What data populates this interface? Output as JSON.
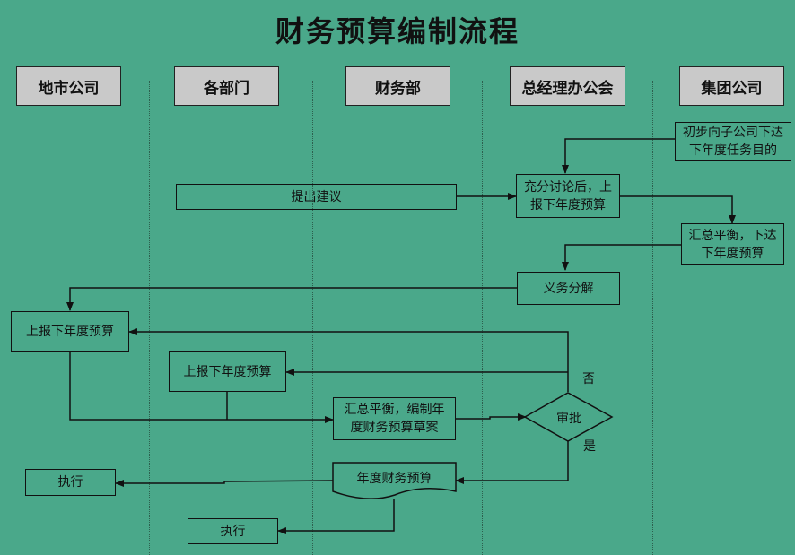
{
  "title": "财务预算编制流程",
  "lanes": [
    "地市公司",
    "各部门",
    "财务部",
    "总经理办公会",
    "集团公司"
  ],
  "nodes": {
    "group_target": "初步向子公司下达\n下年度任务目的",
    "propose": "提出建议",
    "discuss": "充分讨论后，上\n报下年度预算",
    "summarize_issue": "汇总平衡，下达\n下年度预算",
    "decompose": "义务分解",
    "city_report": "上报下年度预算",
    "dept_report": "上报下年度预算",
    "draft": "汇总平衡，编制年\n度财务预算草案",
    "review": "审批",
    "annual_budget": "年度财务预算",
    "execute_city": "执行",
    "execute_dept": "执行"
  },
  "edge_labels": {
    "no": "否",
    "yes": "是"
  }
}
